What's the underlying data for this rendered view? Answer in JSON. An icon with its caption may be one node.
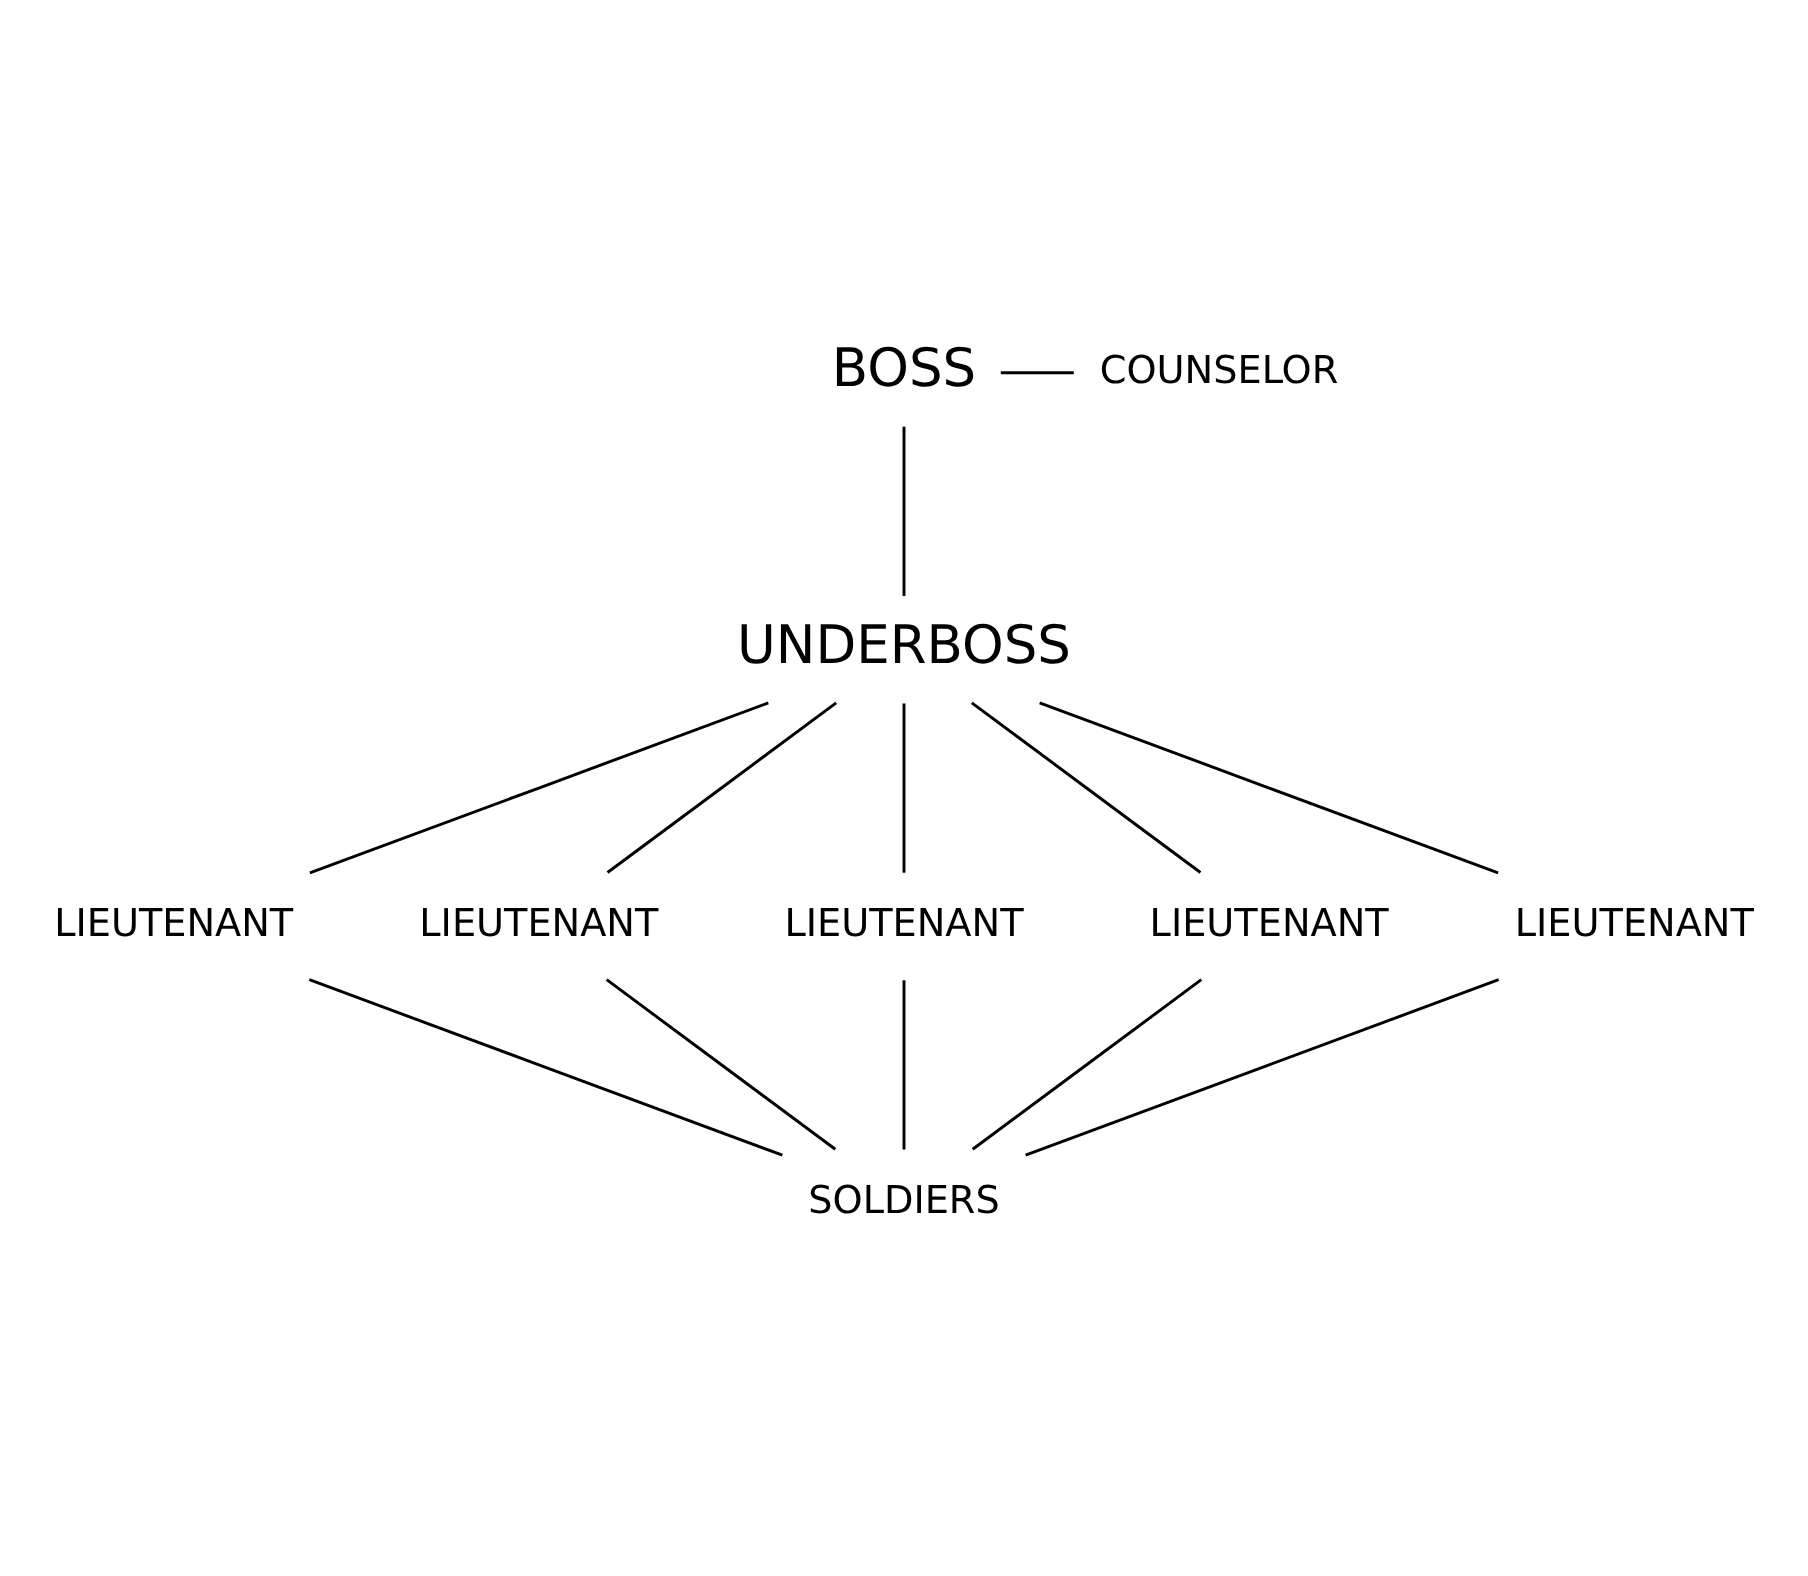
{
  "diagram": {
    "nodes": [
      {
        "text": [
          "BOSS"
        ]
      },
      {
        "text": [
          "COUNSELOR"
        ]
      },
      {
        "text": [
          "UNDERBOSS"
        ]
      },
      {
        "text": [
          "LIEUTENANT"
        ]
      },
      {
        "text": [
          "LIEUTENANT"
        ]
      },
      {
        "text": [
          "LIEUTENANT"
        ]
      },
      {
        "text": [
          "LIEUTENANT"
        ]
      },
      {
        "text": [
          "LIEUTENANT"
        ]
      },
      {
        "text": [
          "SOLDIERS"
        ]
      }
    ],
    "edges": [
      {
        "from": 0,
        "to": 1,
        "arrow": "none"
      },
      {
        "from": 0,
        "to": 2,
        "arrow": "none"
      },
      {
        "from": 2,
        "to": 3,
        "arrow": "none"
      },
      {
        "from": 2,
        "to": 4,
        "arrow": "none"
      },
      {
        "from": 2,
        "to": 5,
        "arrow": "none"
      },
      {
        "from": 2,
        "to": 6,
        "arrow": "none"
      },
      {
        "from": 2,
        "to": 7,
        "arrow": "none"
      },
      {
        "from": 3,
        "to": 8,
        "arrow": "none"
      },
      {
        "from": 4,
        "to": 8,
        "arrow": "none"
      },
      {
        "from": 5,
        "to": 8,
        "arrow": "none"
      },
      {
        "from": 6,
        "to": 8,
        "arrow": "none"
      },
      {
        "from": 7,
        "to": 8,
        "arrow": "none"
      }
    ]
  }
}
